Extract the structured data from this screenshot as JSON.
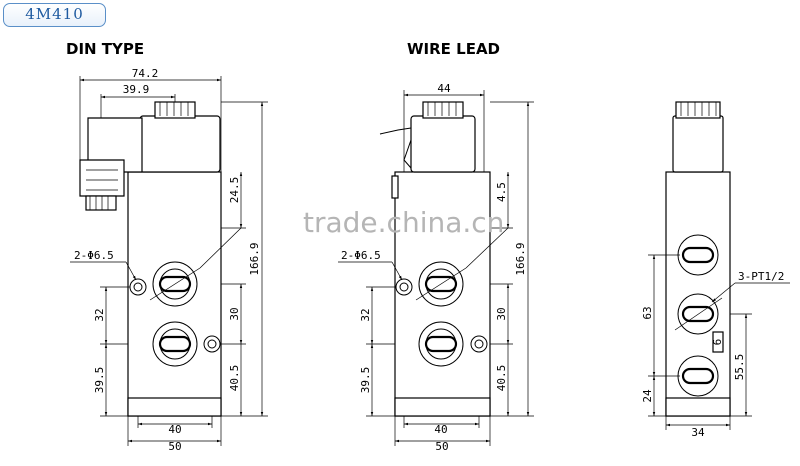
{
  "model_tag": "4M410",
  "views": {
    "din": {
      "title": "DIN TYPE",
      "dims": {
        "top_overall": "74.2",
        "top_partial": "39.9",
        "top_offset": "24.5",
        "height_total": "166.9",
        "hole": "2-Φ6.5",
        "left_32": "32",
        "left_39_5": "39.5",
        "right_30": "30",
        "right_40_5": "40.5",
        "bottom_40": "40",
        "bottom_50": "50"
      }
    },
    "wire": {
      "title": "WIRE LEAD",
      "dims": {
        "top_width": "44",
        "top_offset": "4.5",
        "height_total": "166.9",
        "hole": "2-Φ6.5",
        "left_32": "32",
        "left_39_5": "39.5",
        "right_30": "30",
        "right_40_5": "40.5",
        "bottom_40": "40",
        "bottom_50": "50"
      }
    },
    "side": {
      "dims": {
        "ports": "3-PT1/2",
        "left_63": "63",
        "left_24": "24",
        "right_55_5": "55.5",
        "small_6": "6",
        "bottom_34": "34"
      }
    }
  },
  "watermark": "trade.china.cn"
}
